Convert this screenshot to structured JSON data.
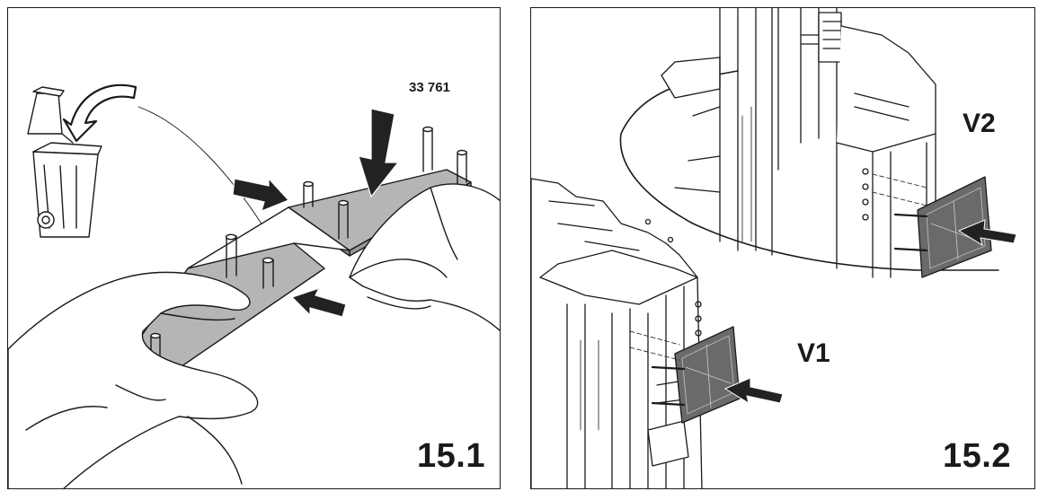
{
  "figures": [
    {
      "number": "15.1",
      "part_number": "33 761"
    },
    {
      "number": "15.2",
      "callouts": [
        "V2",
        "V1"
      ]
    }
  ],
  "colors": {
    "line": "#1a1a1a",
    "plate": "#b5b5b5",
    "plate_dark": "#8a8a8a",
    "arrow": "#222222",
    "paper": "#ffffff"
  }
}
